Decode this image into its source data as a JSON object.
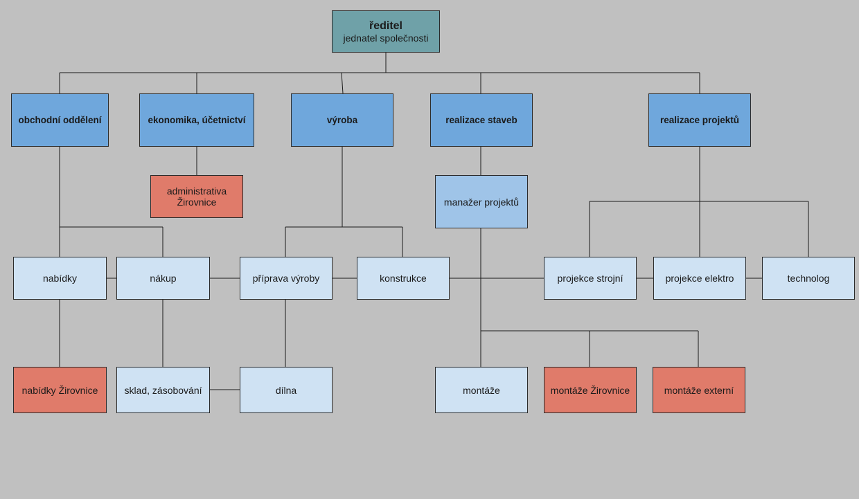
{
  "root": {
    "title": "ředitel",
    "subtitle": "jednatel společnosti"
  },
  "departments": {
    "obchod": "obchodní oddělení",
    "ekonomika": "ekonomika, účetnictví",
    "vyroba": "výroba",
    "stavby": "realizace staveb",
    "projekty": "realizace projektů"
  },
  "nodes": {
    "administrativa": "administrativa Žirovnice",
    "manazer": "manažer projektů",
    "nabidky": "nabídky",
    "nakup": "nákup",
    "priprava": "příprava výroby",
    "konstrukce": "konstrukce",
    "projekce_strojni": "projekce strojní",
    "projekce_elektro": "projekce elektro",
    "technolog": "technolog",
    "nabidky_zirovnice": "nabídky Žirovnice",
    "sklad": "sklad, zásobování",
    "dilna": "dílna",
    "montaze": "montáže",
    "montaze_zirovnice": "montáže Žirovnice",
    "montaze_externi": "montáže externí"
  },
  "colors": {
    "background": "#c0c0c0",
    "root": "#6fa1a8",
    "department": "#6fa7dc",
    "manager": "#9fc4e8",
    "unit": "#cfe2f3",
    "branch": "#e07b6a",
    "line": "#1a1a1a"
  }
}
